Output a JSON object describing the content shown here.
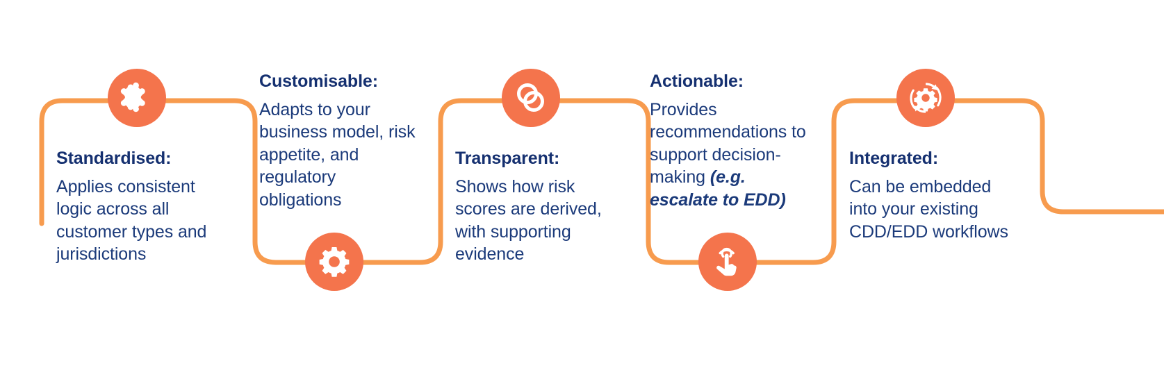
{
  "theme": {
    "background": "#FFFFFF",
    "icon_circle_color": "#F4744C",
    "connector_color": "#F79B4E",
    "heading_color": "#153070",
    "body_color": "#1B3A7A"
  },
  "diagram": {
    "type": "process-flow",
    "orientation": "horizontal",
    "step_count": 5,
    "steps": [
      {
        "index": 1,
        "heading": "Standardised:",
        "body": "Applies consistent logic across all customer types and jurisdictions",
        "icon": "puzzle-piece-icon",
        "icon_position": "top"
      },
      {
        "index": 2,
        "heading": "Customisable:",
        "body": "Adapts to your business model, risk appetite, and regulatory obligations",
        "icon": "gear-icon",
        "icon_position": "bottom"
      },
      {
        "index": 3,
        "heading": "Transparent:",
        "body": "Shows how risk scores are derived, with supporting evidence",
        "icon": "overlapping-circles-icon",
        "icon_position": "top"
      },
      {
        "index": 4,
        "heading": "Actionable:",
        "body_plain": "Provides recommendations to support decision-making ",
        "body_italic": "(e.g. escalate to EDD)",
        "icon": "hand-tap-icon",
        "icon_position": "bottom"
      },
      {
        "index": 5,
        "heading": "Integrated:",
        "body": "Can be embedded into your existing CDD/EDD workflows",
        "icon": "gear-refresh-icon",
        "icon_position": "top"
      }
    ]
  }
}
